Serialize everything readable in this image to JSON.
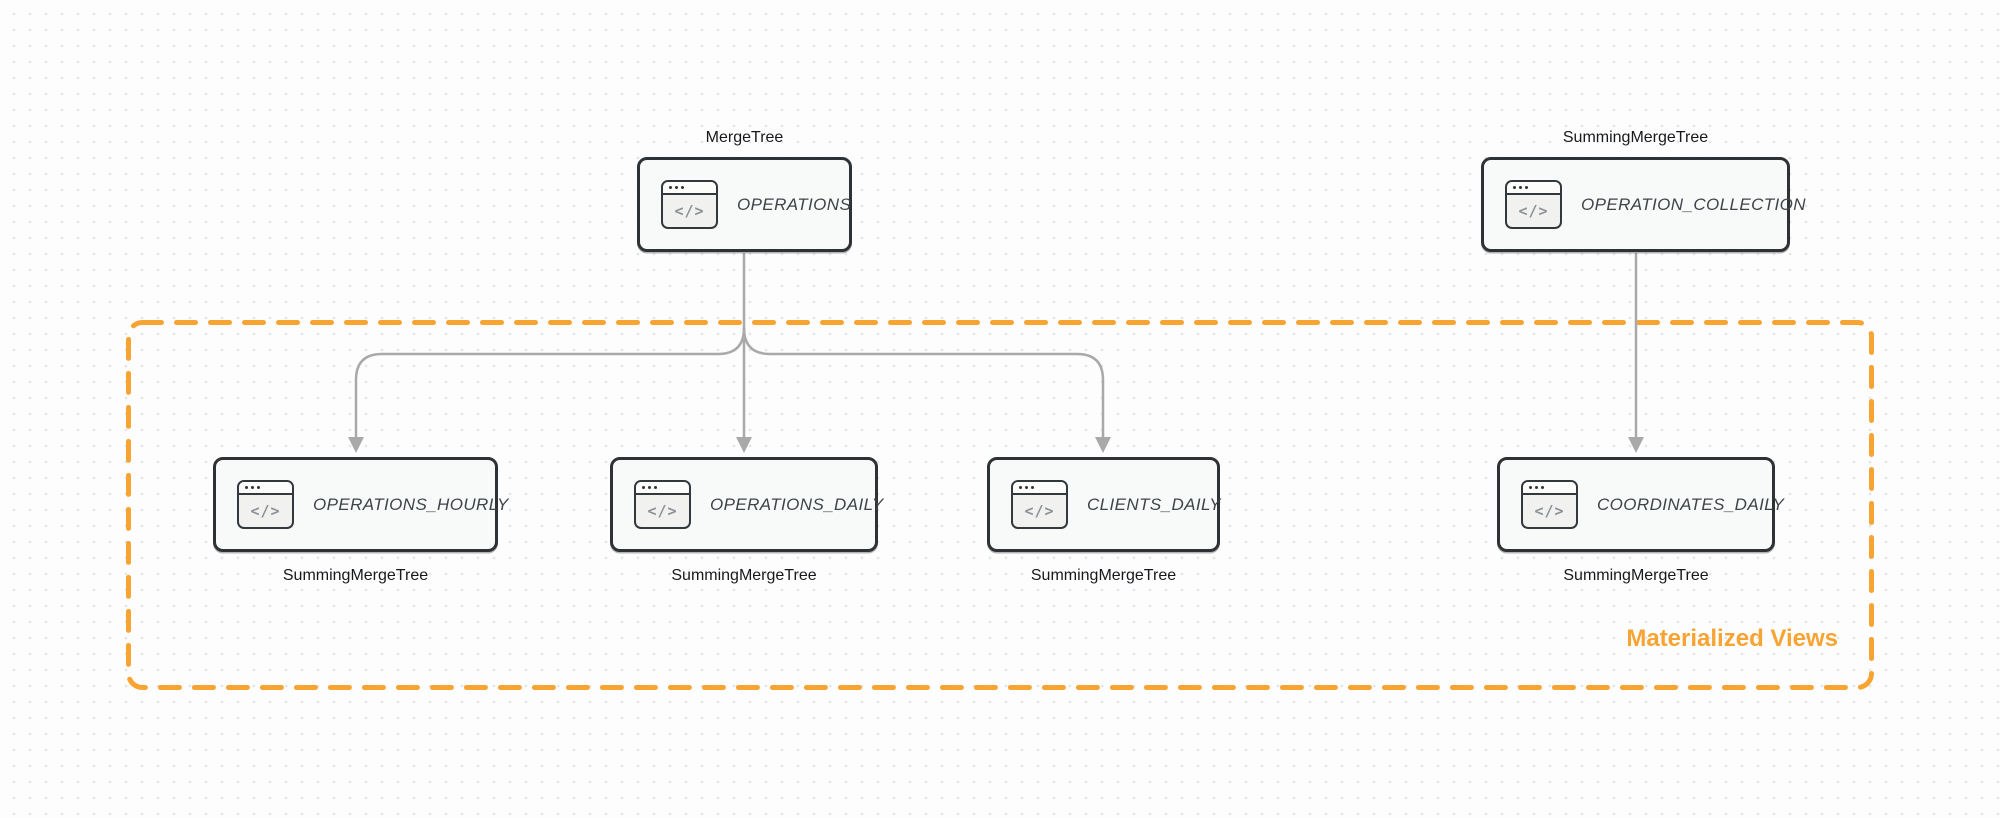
{
  "diagram": {
    "group": {
      "label": "Materialized Views"
    },
    "nodes": {
      "operations": {
        "label": "OPERATIONS",
        "engine": "MergeTree",
        "icon": "code-window-icon"
      },
      "operation_collection": {
        "label": "OPERATION_COLLECTION",
        "engine": "SummingMergeTree",
        "icon": "code-window-icon"
      },
      "operations_hourly": {
        "label": "OPERATIONS_HOURLY",
        "engine": "SummingMergeTree",
        "icon": "code-window-icon"
      },
      "operations_daily": {
        "label": "OPERATIONS_DAILY",
        "engine": "SummingMergeTree",
        "icon": "code-window-icon"
      },
      "clients_daily": {
        "label": "CLIENTS_DAILY",
        "engine": "SummingMergeTree",
        "icon": "code-window-icon"
      },
      "coordinates_daily": {
        "label": "COORDINATES_DAILY",
        "engine": "SummingMergeTree",
        "icon": "code-window-icon"
      }
    },
    "icons": {
      "node_icon_glyph": "</>"
    },
    "edges": [
      {
        "from": "OPERATIONS",
        "to": "OPERATIONS_HOURLY"
      },
      {
        "from": "OPERATIONS",
        "to": "OPERATIONS_DAILY"
      },
      {
        "from": "OPERATIONS",
        "to": "CLIENTS_DAILY"
      },
      {
        "from": "OPERATION_COLLECTION",
        "to": "COORDINATES_DAILY"
      }
    ],
    "colors": {
      "accent_orange": "#F7A433",
      "arrow_gray": "#A9A9A9",
      "box_border": "#2E3235",
      "box_fill": "#F8F9F9",
      "node_label_text": "#3F4449",
      "engine_label_text": "#17191C",
      "dot_grid": "#E5E5E5",
      "background": "#FDFDFD"
    }
  }
}
